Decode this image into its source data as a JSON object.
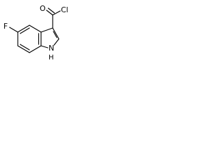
{
  "structure": {
    "atoms": {
      "carbonyl_o": "O",
      "chloro": "Cl",
      "fluoro": "F",
      "ring_n": "N",
      "ring_h": "H"
    },
    "colors": {
      "stroke": "#000000",
      "background": "#ffffff"
    }
  }
}
